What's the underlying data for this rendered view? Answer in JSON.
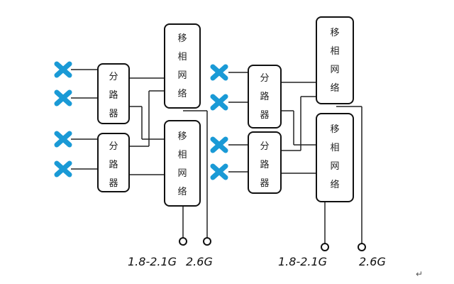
{
  "diagram": {
    "left": {
      "splitter_top": [
        "分",
        "路",
        "器"
      ],
      "splitter_bottom": [
        "分",
        "路",
        "器"
      ],
      "phase_top": [
        "移",
        "相",
        "网",
        "络"
      ],
      "phase_bottom": [
        "移",
        "相",
        "网",
        "络"
      ],
      "port_a": "1.8-2.1G",
      "port_b": "2.6G"
    },
    "right": {
      "splitter_top": [
        "分",
        "路",
        "器"
      ],
      "splitter_bottom": [
        "分",
        "路",
        "器"
      ],
      "phase_top": [
        "移",
        "相",
        "网",
        "络"
      ],
      "phase_bottom": [
        "移",
        "相",
        "网",
        "络"
      ],
      "port_a": "1.8-2.1G",
      "port_b": "2.6G"
    },
    "para_mark": "↵",
    "colors": {
      "element": "#1a9ad6",
      "line": "#222222",
      "box": "#111111"
    },
    "icons": {
      "radiating_element": "x-element-icon",
      "port": "port-circle-icon"
    }
  }
}
